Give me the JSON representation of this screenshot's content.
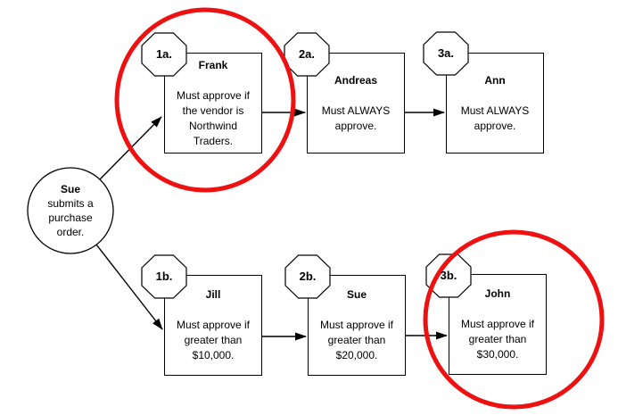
{
  "palette": {
    "highlight": "#ee1111",
    "line": "#000000",
    "background": "#ffffff"
  },
  "start_node": {
    "name": "Sue",
    "body": [
      "submits a",
      "purchase",
      "order."
    ]
  },
  "nodes": [
    {
      "id": "1a.",
      "name": "Frank",
      "body": [
        "Must approve if",
        "the vendor is",
        "Northwind",
        "Traders."
      ],
      "highlighted": true
    },
    {
      "id": "2a.",
      "name": "Andreas",
      "body": [
        "Must ALWAYS",
        "approve."
      ],
      "highlighted": false
    },
    {
      "id": "3a.",
      "name": "Ann",
      "body": [
        "Must ALWAYS",
        "approve."
      ],
      "highlighted": false
    },
    {
      "id": "1b.",
      "name": "Jill",
      "body": [
        "Must approve if",
        "greater than",
        "$10,000."
      ],
      "highlighted": false
    },
    {
      "id": "2b.",
      "name": "Sue",
      "body": [
        "Must approve if",
        "greater than",
        "$20,000."
      ],
      "highlighted": false
    },
    {
      "id": "3b.",
      "name": "John",
      "body": [
        "Must approve if",
        "greater than",
        "$30,000."
      ],
      "highlighted": true
    }
  ]
}
